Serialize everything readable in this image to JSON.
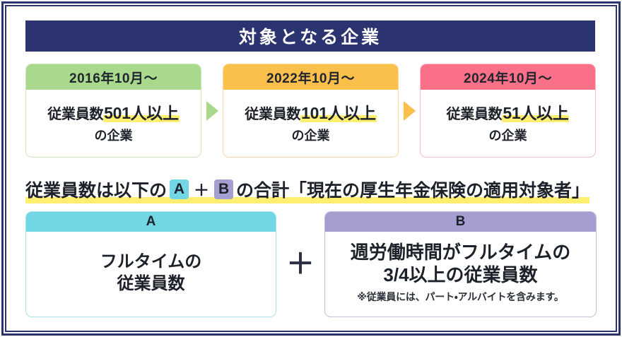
{
  "frame": {
    "border_color": "#2b3470"
  },
  "header": {
    "title": "対象となる企業",
    "bg": "#2b3470",
    "color": "#ffffff"
  },
  "phases": [
    {
      "period": "2016年10月〜",
      "prefix": "従業員数",
      "threshold": "501人以上",
      "suffix": "の企業",
      "accent": "#a8d98c",
      "border": "#cfe7bd",
      "highlight": "#ffee70"
    },
    {
      "period": "2022年10月〜",
      "prefix": "従業員数",
      "threshold": "101人以上",
      "suffix": "の企業",
      "accent": "#fbbf4c",
      "border": "#fbd79a",
      "highlight": "#ffee70"
    },
    {
      "period": "2024年10月〜",
      "prefix": "従業員数",
      "threshold": "51人以上",
      "suffix": "の企業",
      "accent": "#fb7089",
      "border": "#fbbcc7",
      "highlight": "#ffee70"
    }
  ],
  "arrows": [
    {
      "name": "arrow-green",
      "color": "#a8d98c"
    },
    {
      "name": "arrow-orange",
      "color": "#fbbf4c"
    }
  ],
  "formula": {
    "lead": "従業員数は以下の",
    "badge_a": "A",
    "plus": "＋",
    "badge_b": "B",
    "tail": "の合計「現在の厚生年金保険の適用対象者」",
    "badge_a_color": "#72d6e4",
    "badge_b_color": "#a49fce",
    "highlight": "#ffee70"
  },
  "boxes": {
    "plus": "＋",
    "a": {
      "label": "A",
      "line1": "フルタイムの",
      "line2": "従業員数",
      "accent": "#72d6e4",
      "border": "#a9e3ec"
    },
    "b": {
      "label": "B",
      "line1": "週労働時間がフルタイムの",
      "line2": "3/4以上の従業員数",
      "note": "※従業員には、パート・アルバイトを含みます。",
      "accent": "#a49fce",
      "border": "#c2bfe0"
    }
  }
}
